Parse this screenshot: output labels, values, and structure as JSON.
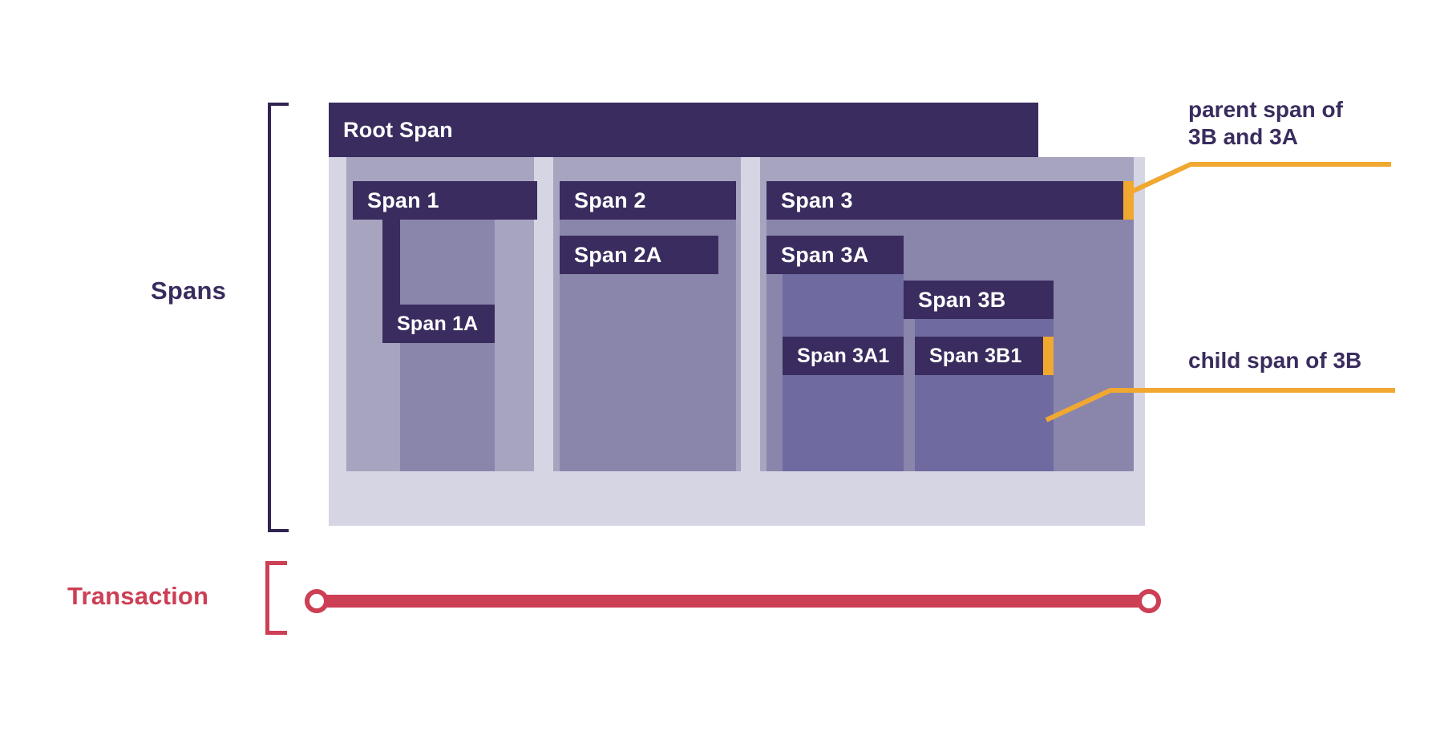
{
  "diagram": {
    "title": "Spans and Transaction tracing diagram",
    "groups": {
      "spans_label": "Spans",
      "transaction_label": "Transaction"
    },
    "colors": {
      "span_header": "#3a2c5e",
      "span_body_level1": "#a7a4c0",
      "span_body_level2": "#8a86ab",
      "span_body_level3": "#6f6aa0",
      "backdrop": "#d6d5e3",
      "accent_callout": "#f0a831",
      "transaction": "#cc3f55",
      "bracket_spans": "#312452"
    },
    "spans": [
      {
        "id": "root",
        "label": "Root Span",
        "depth": 0
      },
      {
        "id": "s1",
        "label": "Span 1",
        "depth": 1,
        "parent": "root"
      },
      {
        "id": "s1a",
        "label": "Span 1A",
        "depth": 2,
        "parent": "s1"
      },
      {
        "id": "s2",
        "label": "Span 2",
        "depth": 1,
        "parent": "root"
      },
      {
        "id": "s2a",
        "label": "Span 2A",
        "depth": 2,
        "parent": "s2"
      },
      {
        "id": "s3",
        "label": "Span 3",
        "depth": 1,
        "parent": "root"
      },
      {
        "id": "s3a",
        "label": "Span 3A",
        "depth": 2,
        "parent": "s3"
      },
      {
        "id": "s3a1",
        "label": "Span 3A1",
        "depth": 3,
        "parent": "s3a"
      },
      {
        "id": "s3b",
        "label": "Span 3B",
        "depth": 2,
        "parent": "s3"
      },
      {
        "id": "s3b1",
        "label": "Span 3B1",
        "depth": 3,
        "parent": "s3b"
      }
    ],
    "callouts": [
      {
        "id": "callout-parent",
        "text": "parent span of\n3B and 3A",
        "target": "s3"
      },
      {
        "id": "callout-child",
        "text": "child span of 3B",
        "target": "s3b1"
      }
    ],
    "transaction": {
      "label": "Transaction",
      "start_marker": "circle",
      "end_marker": "circle"
    }
  }
}
